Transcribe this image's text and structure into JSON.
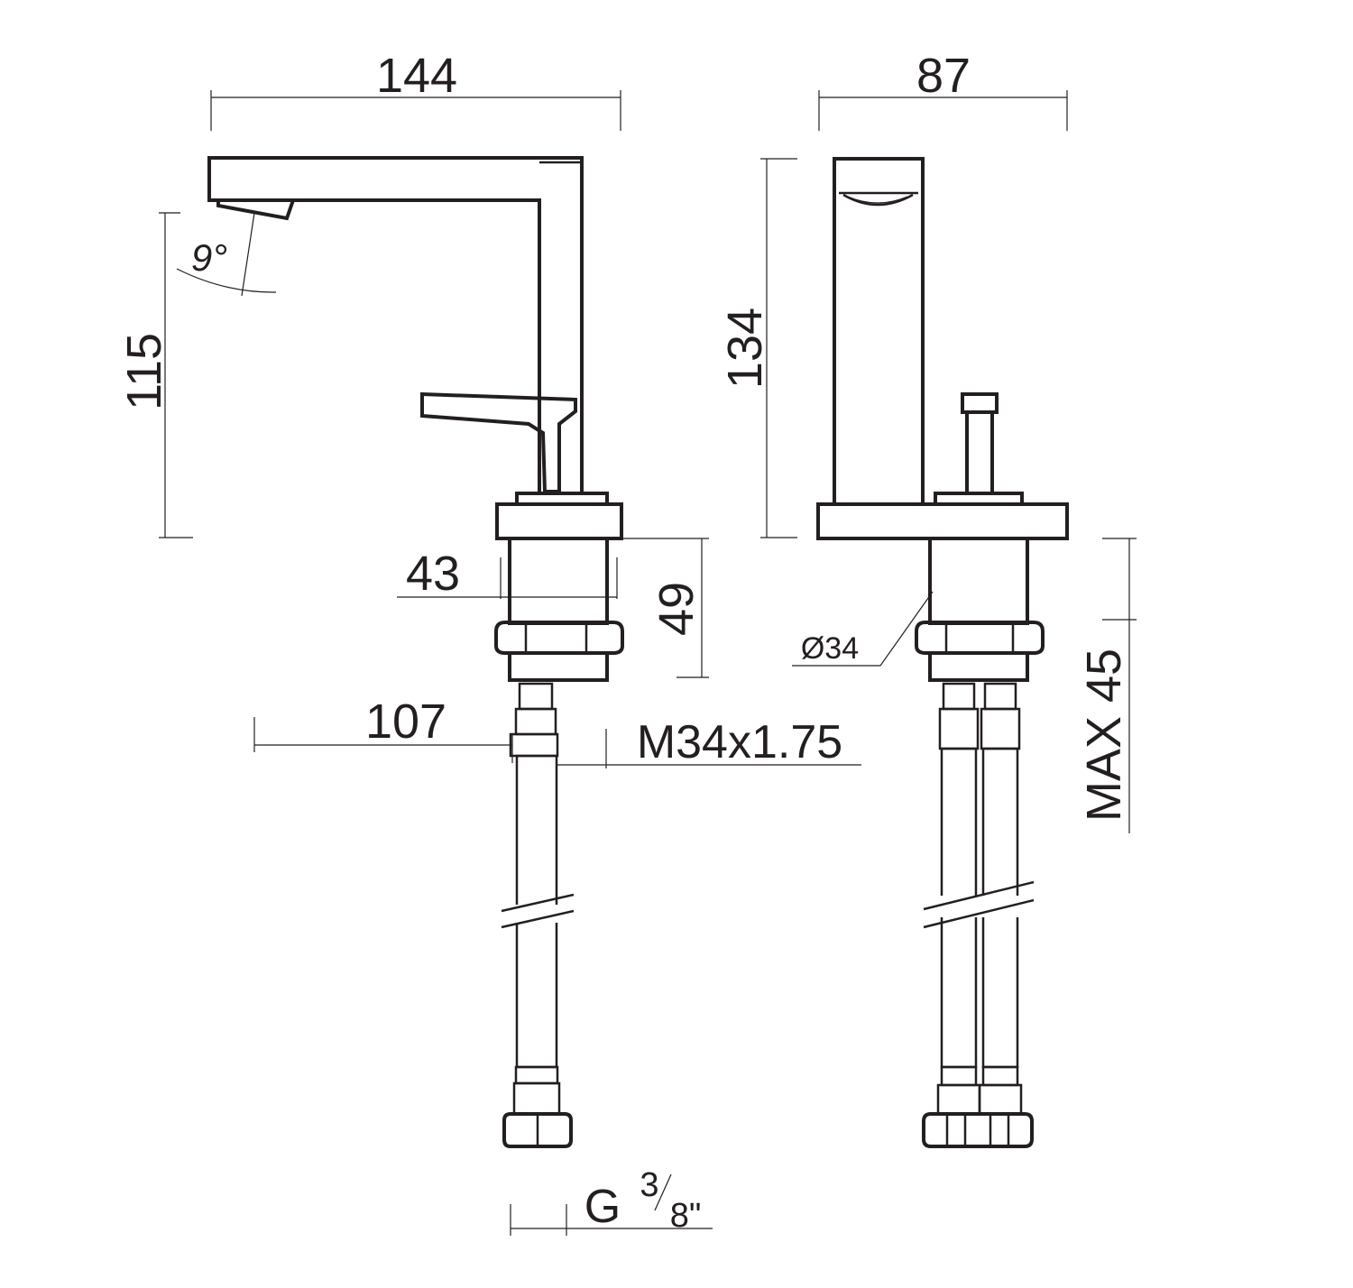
{
  "diagram": {
    "dimensions": {
      "spout_length": "144",
      "side_width": "87",
      "spout_angle": "9°",
      "spout_height": "115",
      "total_height": "134",
      "thread_diameter": "43",
      "thread_length": "49",
      "body_offset": "107",
      "thread_spec": "M34x1.75",
      "hole_diameter": "Ø34",
      "max_deck": "MAX 45",
      "connection_g": "G",
      "connection_num": "3",
      "connection_den": "8\""
    },
    "colors": {
      "line": "#231f20",
      "background": "#ffffff"
    }
  }
}
